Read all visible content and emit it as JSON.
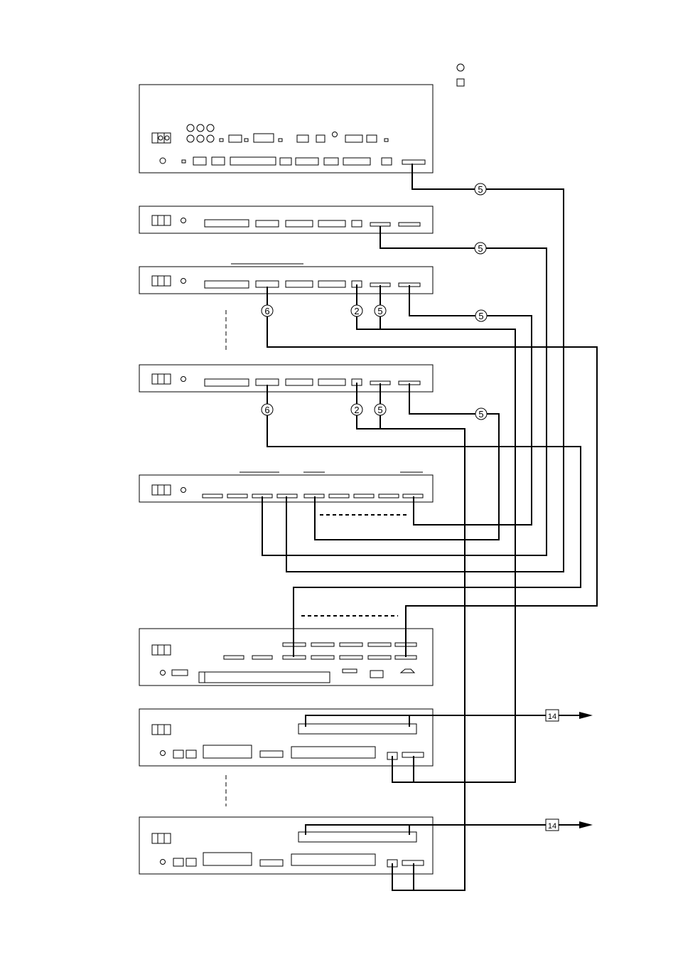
{
  "legend": {
    "circle_label": "",
    "square_label": ""
  },
  "cable_labels": {
    "five": "5",
    "six": "6",
    "two": "2",
    "fourteen": "14"
  }
}
